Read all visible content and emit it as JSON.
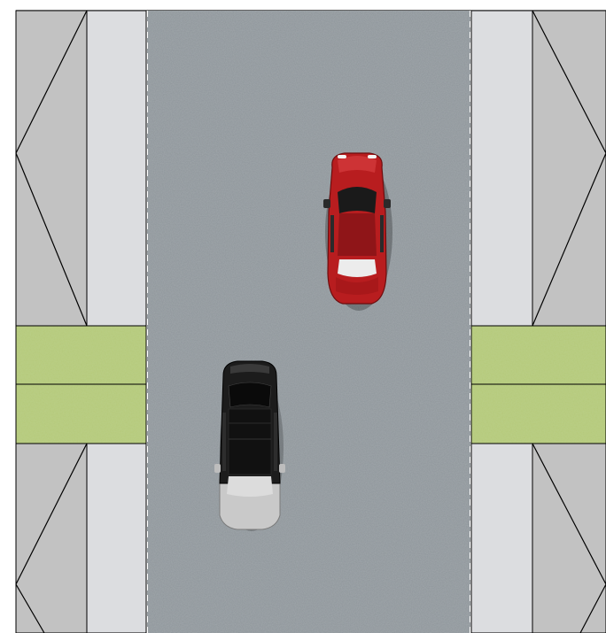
{
  "scene": {
    "type": "top-down street intersection",
    "colors": {
      "road": "#8e959a",
      "road_edge_line": "#ffffff",
      "sidewalk": "#dcdde0",
      "building_roof": "#c2c2c2",
      "grass": "#b5c97a",
      "outline": "#000000"
    },
    "vehicles": [
      {
        "name": "red-car",
        "color": "#b81d1f",
        "heading": "up",
        "lane": "right"
      },
      {
        "name": "black-silver-car",
        "color": "#1c1c1c",
        "rear_color": "#c9c9c9",
        "heading": "up",
        "lane": "left"
      }
    ]
  }
}
